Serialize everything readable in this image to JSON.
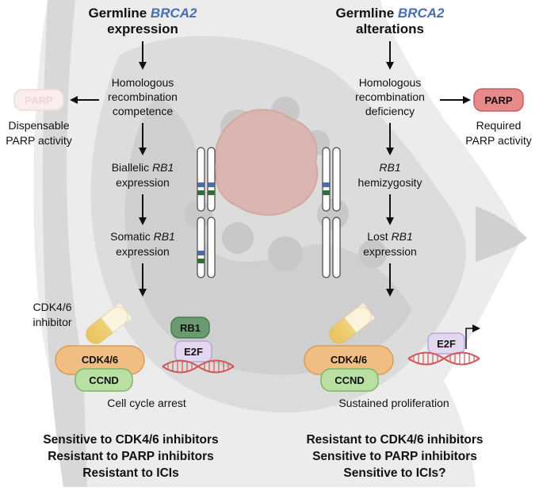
{
  "left": {
    "title_prefix": "Germline ",
    "title_gene": "BRCA2",
    "title_line2": "expression",
    "step1_line1": "Homologous",
    "step1_line2": "recombination",
    "step1_line3": "competence",
    "step2_gene": "Biallelic ",
    "step2_gene_italic": "RB1",
    "step2_line2": "expression",
    "step3_prefix": "Somatic ",
    "step3_gene": "RB1",
    "step3_line2": "expression",
    "parp_label": "PARP",
    "parp_note_line1": "Dispensable",
    "parp_note_line2": "PARP activity",
    "inhibitor_line1": "CDK4/6",
    "inhibitor_line2": "inhibitor",
    "cdk_label": "CDK4/6",
    "ccnd_label": "CCND",
    "rb1_label": "RB1",
    "e2f_label": "E2F",
    "outcome": "Cell cycle arrest",
    "summary": [
      "Sensitive to CDK4/6 inhibitors",
      "Resistant to PARP inhibitors",
      "Resistant to ICIs"
    ]
  },
  "right": {
    "title_prefix": "Germline ",
    "title_gene": "BRCA2",
    "title_line2": "alterations",
    "step1_line1": "Homologous",
    "step1_line2": "recombination",
    "step1_line3": "deficiency",
    "step2_gene": "RB1",
    "step2_line2": "hemizygosity",
    "step3_prefix": "Lost ",
    "step3_gene": "RB1",
    "step3_line2": "expression",
    "parp_label": "PARP",
    "parp_note_line1": "Required",
    "parp_note_line2": "PARP activity",
    "cdk_label": "CDK4/6",
    "ccnd_label": "CCND",
    "e2f_label": "E2F",
    "outcome": "Sustained proliferation",
    "summary": [
      "Resistant to CDK4/6 inhibitors",
      "Sensitive to PARP inhibitors",
      "Sensitive to ICIs?"
    ]
  },
  "colors": {
    "brca_blue": "#4a6cb0",
    "parp_active": "#e8898a",
    "parp_faded": "#f6e4e4",
    "cdk_orange": "#f0be82",
    "ccnd_green": "#b8e0a2",
    "rb1_green": "#6c9a70",
    "e2f_purple": "#e4d8f0",
    "dna_red": "#d05858",
    "tumor": "#dbb5b0"
  }
}
